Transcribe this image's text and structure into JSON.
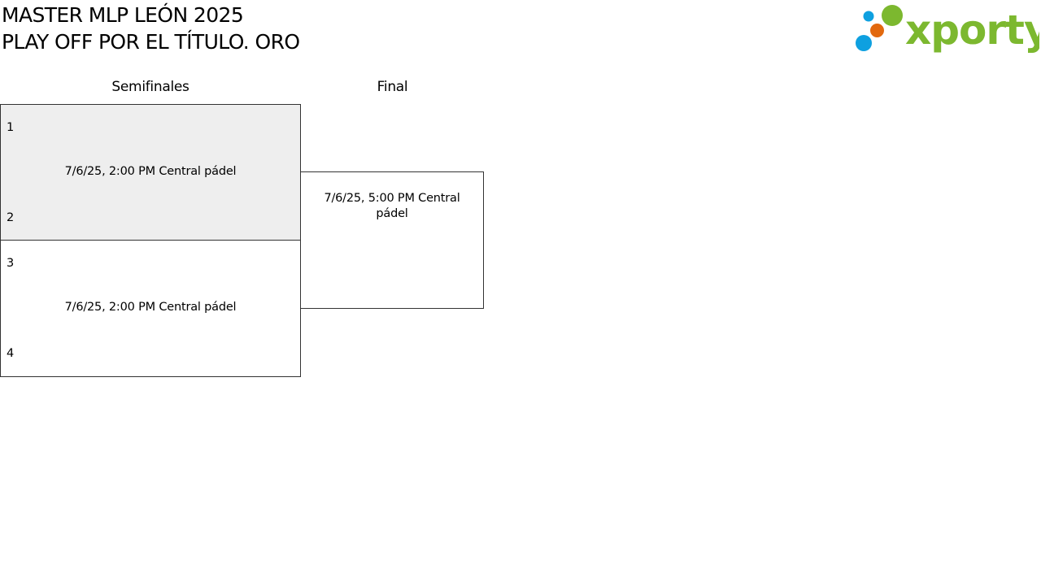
{
  "header": {
    "title_line1": "MASTER MLP LEÓN 2025",
    "title_line2": "PLAY OFF POR EL TÍTULO. ORO"
  },
  "logo": {
    "text": "xporty",
    "icon": "dots-logo-icon",
    "colors": {
      "green": "#7cb82f",
      "blue": "#0ea0e0",
      "orange": "#e2690f"
    }
  },
  "rounds": {
    "semis": "Semifinales",
    "final": "Final"
  },
  "matches": {
    "semi1": {
      "seed_top": "1",
      "seed_bottom": "2",
      "info": "7/6/25, 2:00 PM Central pádel"
    },
    "semi2": {
      "seed_top": "3",
      "seed_bottom": "4",
      "info": "7/6/25, 2:00 PM Central pádel"
    },
    "final": {
      "info": "7/6/25, 5:00 PM Central pádel"
    }
  }
}
